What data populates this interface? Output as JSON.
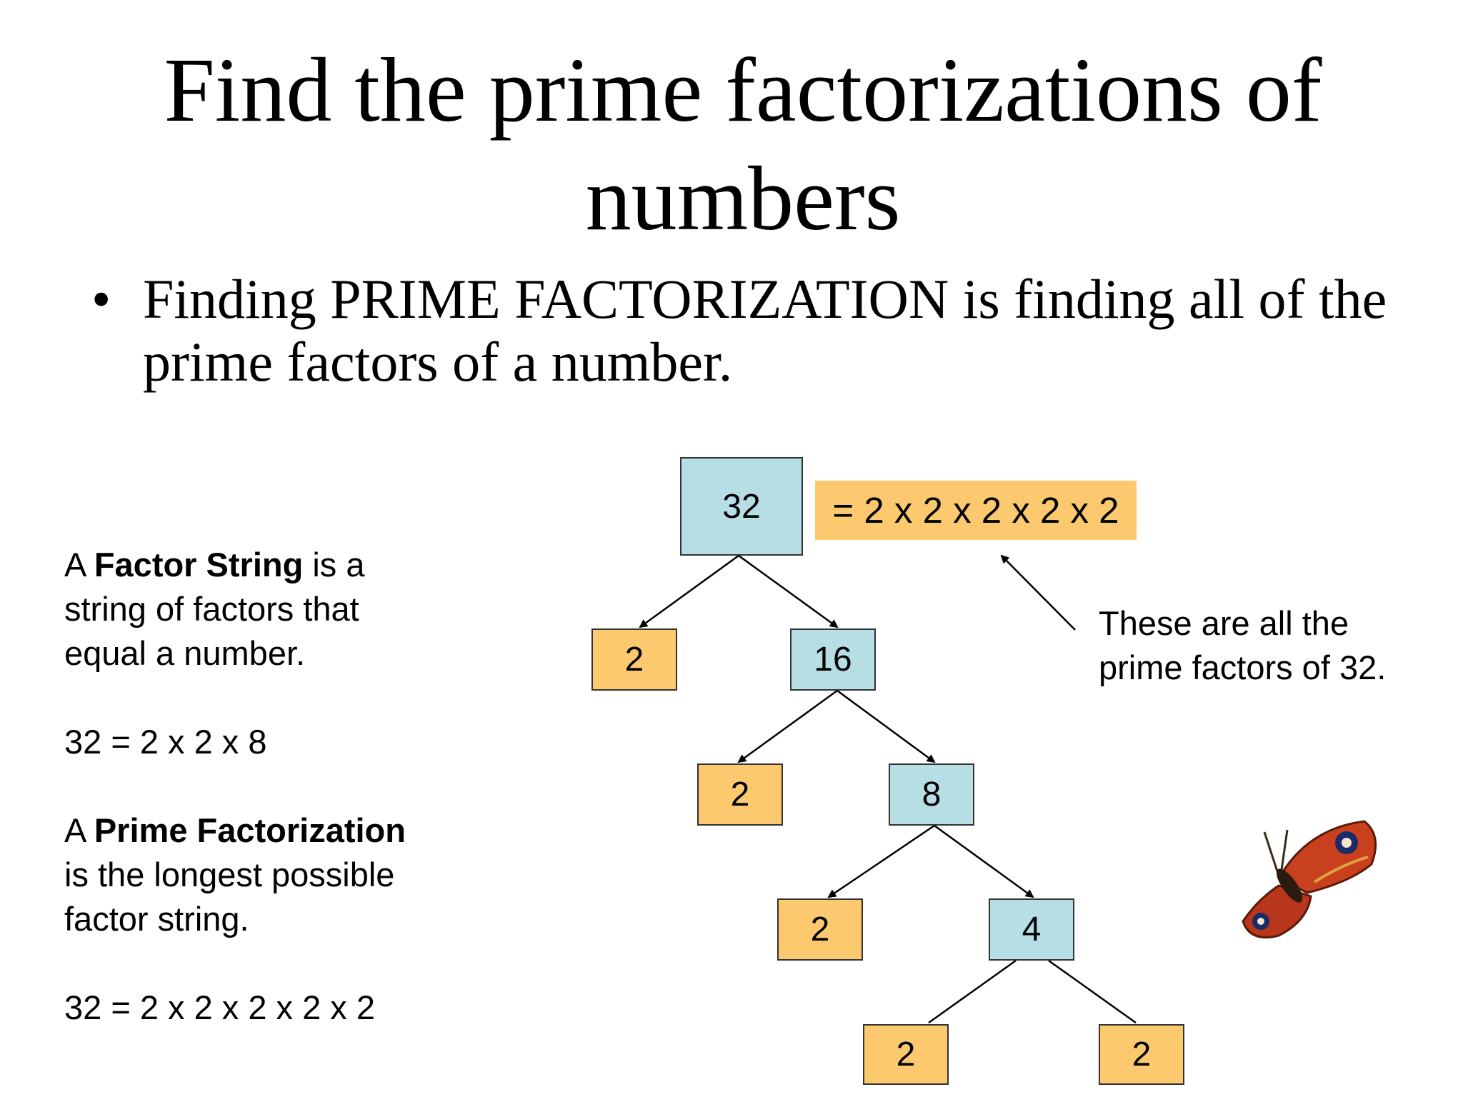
{
  "title": "Find the prime factorizations of numbers",
  "bullet": {
    "marker": "•",
    "text": "Finding PRIME FACTORIZATION is finding all of the prime factors of a number."
  },
  "definitions": {
    "factor_string": {
      "prefix": "A ",
      "term": "Factor String",
      "text": " is a string of factors that equal a number."
    },
    "factor_string_example": "32 = 2 x 2 x 8",
    "prime_factorization": {
      "prefix": "A ",
      "term": "Prime Factorization",
      "text": " is the longest possible factor string."
    },
    "prime_factorization_example": "32 = 2 x 2 x 2 x 2 x 2"
  },
  "tree": {
    "nodes": [
      {
        "label": "32",
        "kind": "composite"
      },
      {
        "label": "2",
        "kind": "prime"
      },
      {
        "label": "16",
        "kind": "composite"
      },
      {
        "label": "2",
        "kind": "prime"
      },
      {
        "label": "8",
        "kind": "composite"
      },
      {
        "label": "2",
        "kind": "prime"
      },
      {
        "label": "4",
        "kind": "composite"
      },
      {
        "label": "2",
        "kind": "prime"
      },
      {
        "label": "2",
        "kind": "prime"
      }
    ],
    "result": "= 2 x 2 x 2 x 2 x 2",
    "note": "These are all the prime factors of 32."
  },
  "colors": {
    "composite": "#b7dde5",
    "prime": "#fdc96e",
    "border": "#333333",
    "line": "#000000"
  }
}
